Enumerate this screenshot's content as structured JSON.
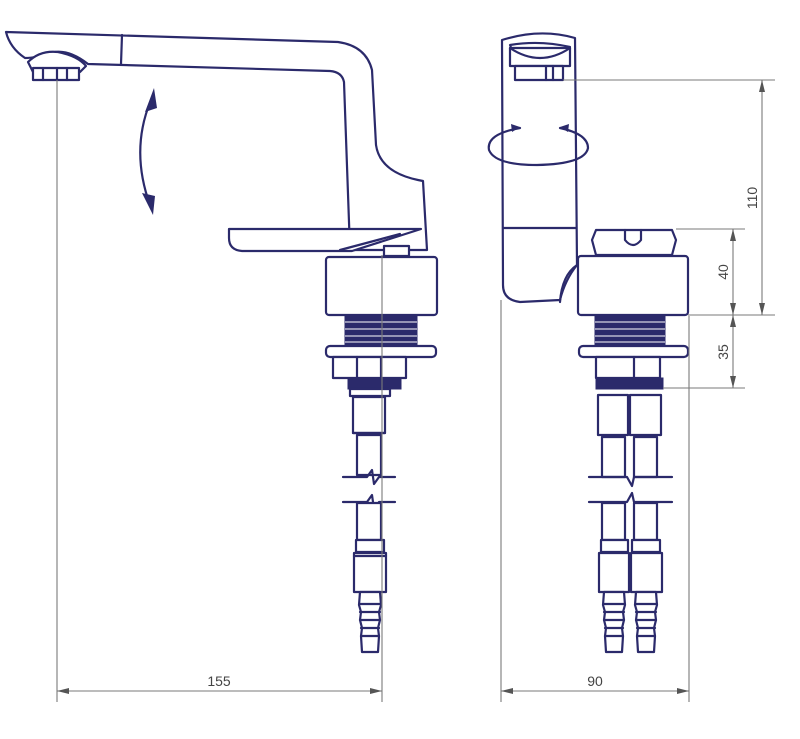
{
  "drawing": {
    "title": "Mixer tap dimensions (side and front views)",
    "dimensions": {
      "spout_reach": "155",
      "width": "90",
      "spout_height": "110",
      "body_height": "40",
      "thread_length": "35"
    }
  },
  "colors": {
    "line": "#2b2a6b",
    "dimension": "#7a7a7a"
  }
}
